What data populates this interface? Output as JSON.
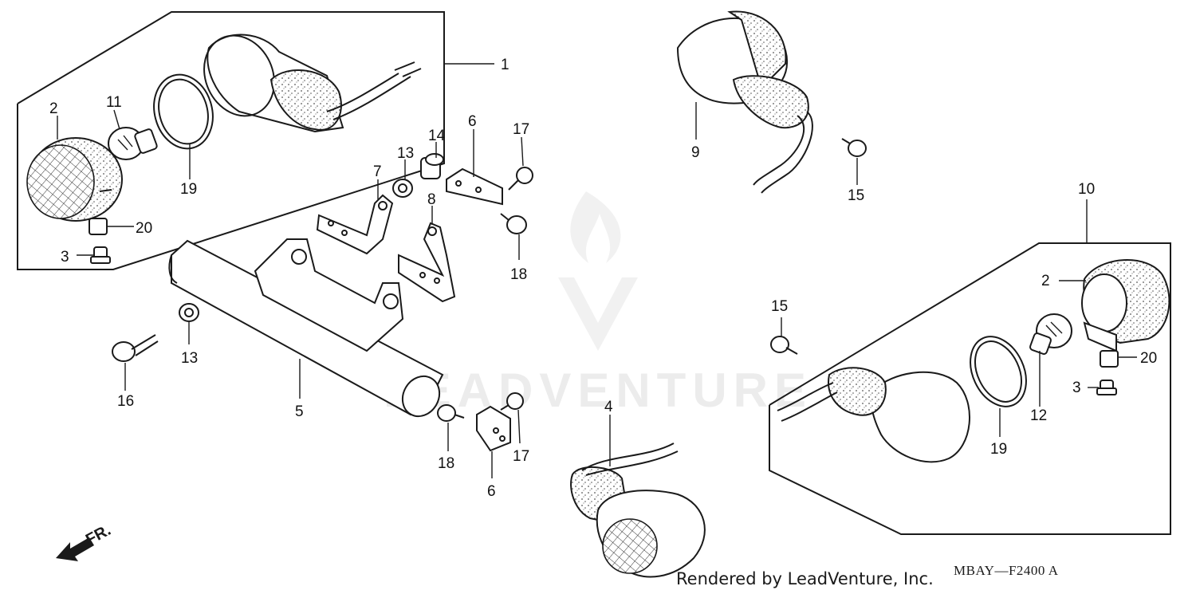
{
  "callouts": [
    {
      "id": "c1",
      "label": "1"
    },
    {
      "id": "c2a",
      "label": "2"
    },
    {
      "id": "c3a",
      "label": "3"
    },
    {
      "id": "c11",
      "label": "11"
    },
    {
      "id": "c19a",
      "label": "19"
    },
    {
      "id": "c20a",
      "label": "20"
    },
    {
      "id": "c13a",
      "label": "13"
    },
    {
      "id": "c14",
      "label": "14"
    },
    {
      "id": "c6a",
      "label": "6"
    },
    {
      "id": "c17a",
      "label": "17"
    },
    {
      "id": "c7",
      "label": "7"
    },
    {
      "id": "c8",
      "label": "8"
    },
    {
      "id": "c18a",
      "label": "18"
    },
    {
      "id": "c13b",
      "label": "13"
    },
    {
      "id": "c16",
      "label": "16"
    },
    {
      "id": "c5",
      "label": "5"
    },
    {
      "id": "c18b",
      "label": "18"
    },
    {
      "id": "c6b",
      "label": "6"
    },
    {
      "id": "c17b",
      "label": "17"
    },
    {
      "id": "c4",
      "label": "4"
    },
    {
      "id": "c9",
      "label": "9"
    },
    {
      "id": "c15a",
      "label": "15"
    },
    {
      "id": "c10",
      "label": "10"
    },
    {
      "id": "c2b",
      "label": "2"
    },
    {
      "id": "c15b",
      "label": "15"
    },
    {
      "id": "c20b",
      "label": "20"
    },
    {
      "id": "c3b",
      "label": "3"
    },
    {
      "id": "c12",
      "label": "12"
    },
    {
      "id": "c19b",
      "label": "19"
    }
  ],
  "direction_label": "FR.",
  "footer": {
    "credit": "Rendered by LeadVenture, Inc.",
    "diagram_code": "MBAY—F2400 A"
  },
  "watermark_text": "LEADVENTURE",
  "colors": {
    "ink": "#1a1a1a",
    "watermark": "#e6e6e6",
    "background": "#ffffff"
  }
}
